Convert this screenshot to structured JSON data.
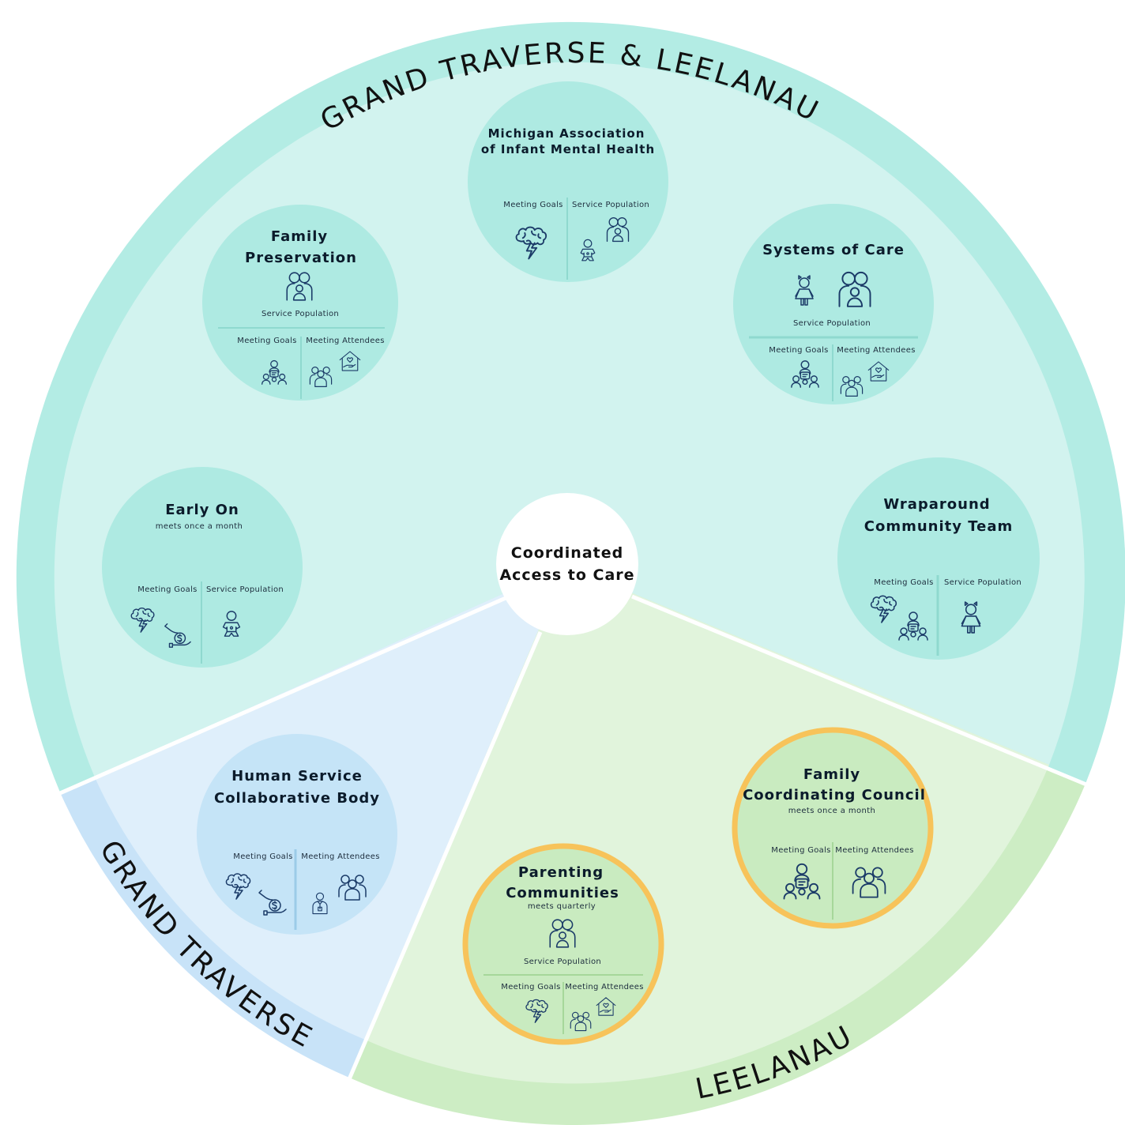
{
  "regions": {
    "top": "GRAND TRAVERSE & LEELANAU",
    "left": "GRAND TRAVERSE",
    "right": "LEELANAU"
  },
  "hub": {
    "line1": "Coordinated",
    "line2": "Access to Care"
  },
  "labels": {
    "meeting_goals": "Meeting Goals",
    "service_population": "Service Population",
    "meeting_attendees": "Meeting Attendees"
  },
  "nodes": {
    "mi_infant": {
      "line1": "Michigan Association",
      "line2": "of Infant Mental Health"
    },
    "family_pres": {
      "line1": "Family",
      "line2": "Preservation"
    },
    "systems_care": {
      "line1": "Systems of Care"
    },
    "early_on": {
      "line1": "Early On",
      "note": "meets once a month"
    },
    "wraparound": {
      "line1": "Wraparound",
      "line2": "Community Team"
    },
    "human_service": {
      "line1": "Human Service",
      "line2": "Collaborative Body"
    },
    "fcc": {
      "line1": "Family",
      "line2": "Coordinating Council",
      "note": "meets once a month"
    },
    "parenting": {
      "line1": "Parenting",
      "line2": "Communities",
      "note": "meets quarterly"
    }
  },
  "colors": {
    "teal_outer": "#b3ece4",
    "teal_inner": "#d2f3ef",
    "teal_node": "#aeeae2",
    "blue_outer": "#c8e3f8",
    "blue_inner": "#dfeffb",
    "blue_node": "#c5e4f7",
    "green_outer": "#cdedc4",
    "green_inner": "#e1f4dc",
    "green_node": "#c9ebc0",
    "highlight_ring": "#f7c35a",
    "icon_stroke": "#1b3b68"
  }
}
